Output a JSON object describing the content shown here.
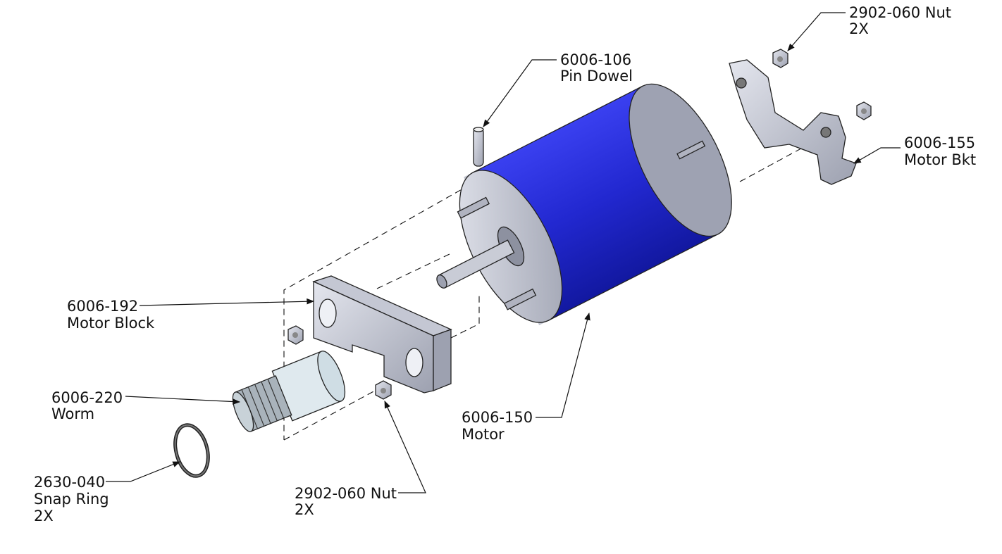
{
  "callouts": {
    "nut_top": {
      "part": "2902-060 Nut",
      "qty": "2X"
    },
    "pin": {
      "part": "6006-106",
      "name": "Pin Dowel"
    },
    "bracket": {
      "part": "6006-155",
      "name": "Motor Bkt"
    },
    "block": {
      "part": "6006-192",
      "name": "Motor Block"
    },
    "worm": {
      "part": "6006-220",
      "name": "Worm"
    },
    "snap_ring": {
      "part": "2630-040",
      "name": "Snap Ring",
      "qty": "2X"
    },
    "nut_bottom": {
      "part": "2902-060 Nut",
      "qty": "2X"
    },
    "motor": {
      "part": "6006-150",
      "name": "Motor"
    }
  },
  "colors": {
    "motor_body": "#2a2fd8",
    "metal": "#c9ccd6",
    "line": "#111111"
  }
}
